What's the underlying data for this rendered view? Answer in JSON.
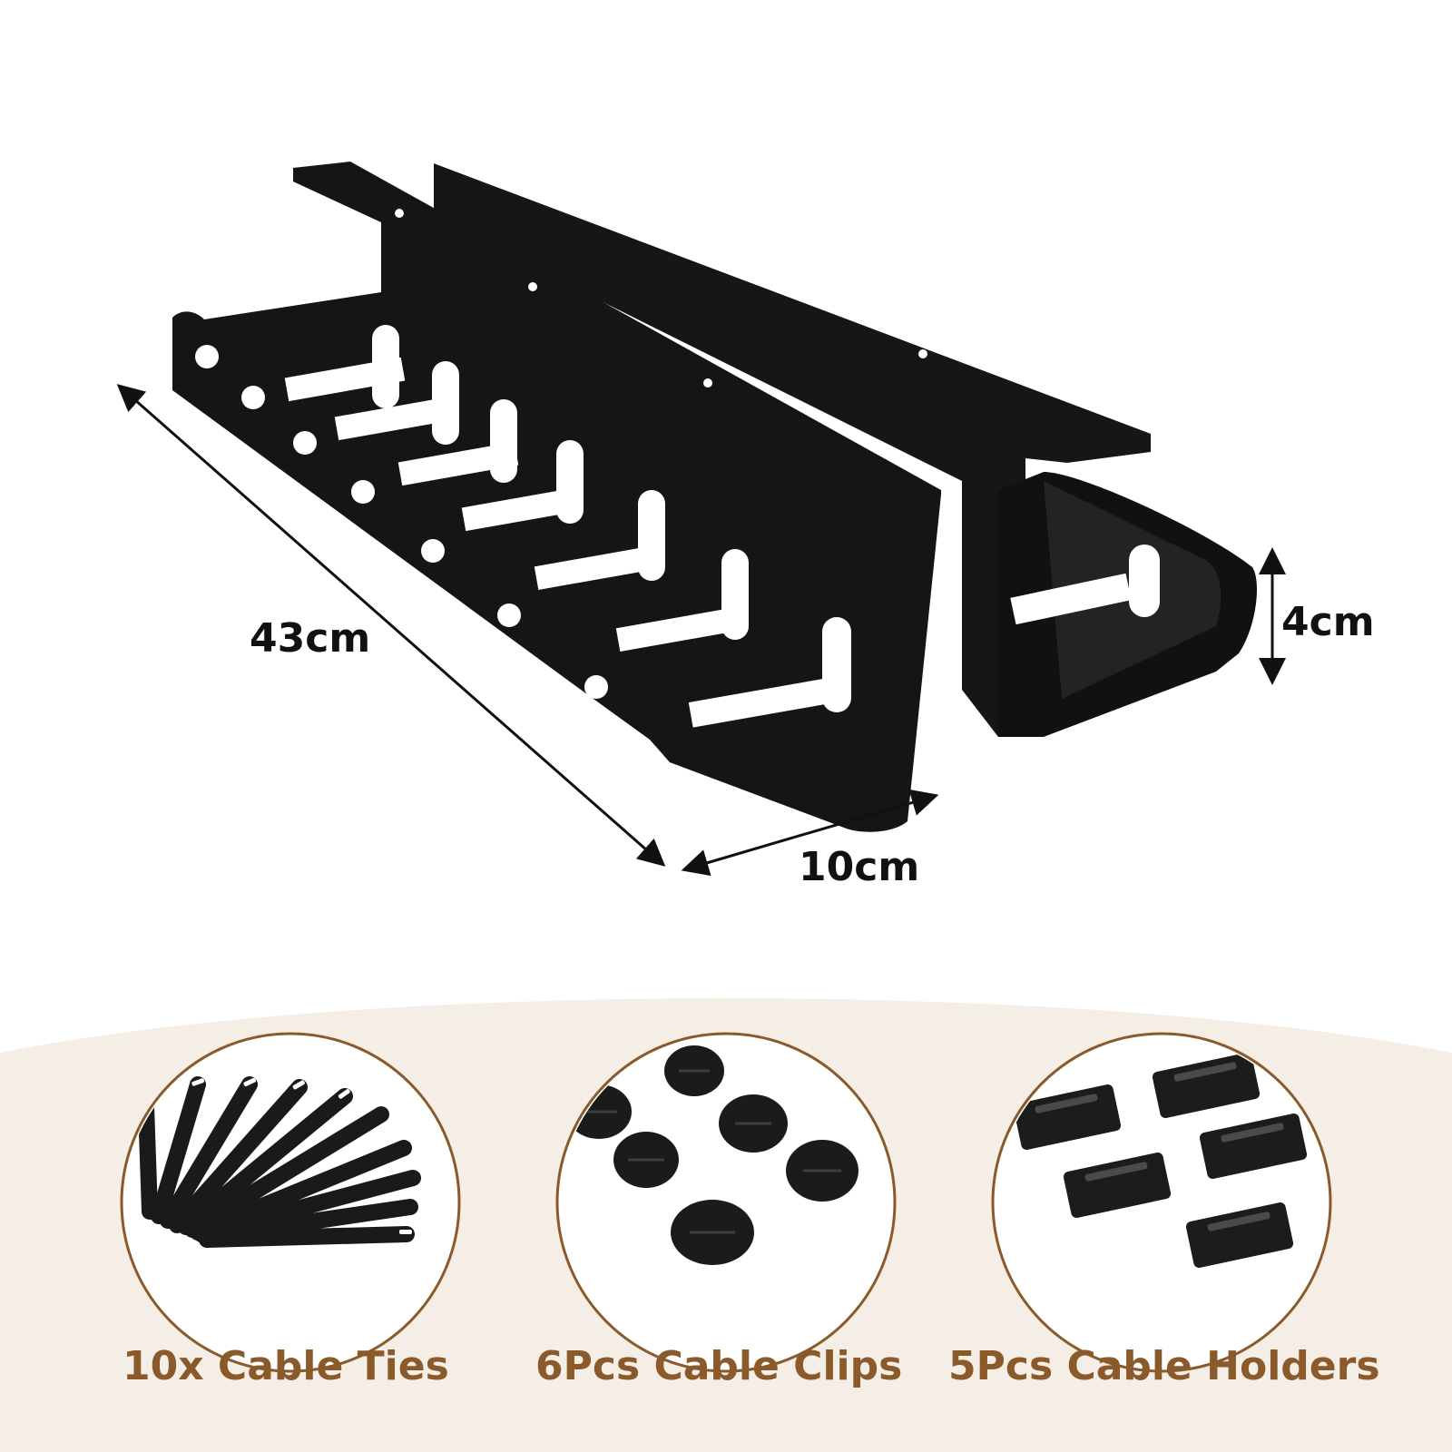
{
  "dimensions": {
    "length": "43cm",
    "width": "10cm",
    "height": "4cm"
  },
  "accessories": [
    {
      "label": "10x Cable Ties",
      "icon": "cable-ties-icon"
    },
    {
      "label": "6Pcs Cable Clips",
      "icon": "cable-clips-icon"
    },
    {
      "label": "5Pcs Cable Holders",
      "icon": "cable-holders-icon"
    }
  ],
  "colors": {
    "accent": "#8b5a2b",
    "product": "#141414",
    "background_wave": "#f5eee7"
  }
}
